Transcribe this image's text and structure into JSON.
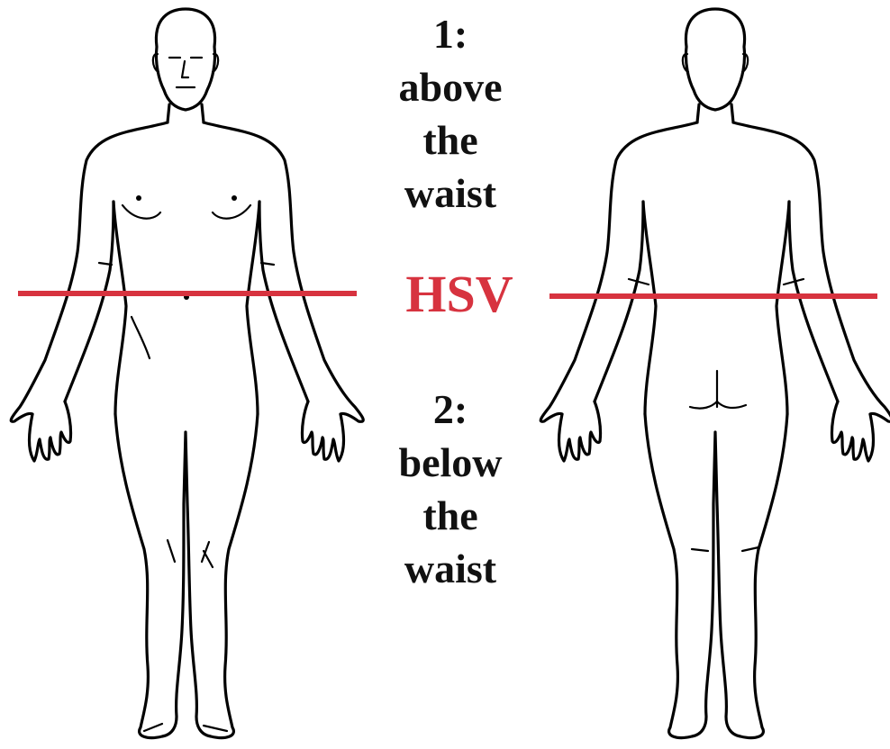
{
  "labels": {
    "above": [
      "1:",
      "above",
      "the",
      "waist"
    ],
    "divider": "HSV",
    "below": [
      "2:",
      "below",
      "the",
      "waist"
    ]
  },
  "colors": {
    "divider": "#d7333f",
    "outline": "#000000",
    "background": "#ffffff"
  },
  "figures": [
    "front-view",
    "back-view"
  ]
}
